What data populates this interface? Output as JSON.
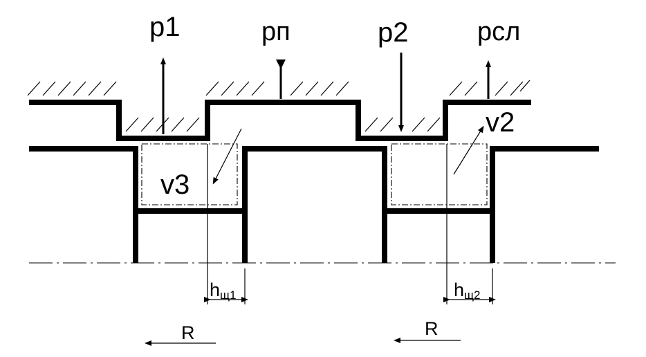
{
  "labels": {
    "p1": "p1",
    "pp": "pп",
    "p2": "p2",
    "psl": "pсл",
    "v3": "v3",
    "v2": "v2",
    "h1_main": "h",
    "h1_sub": "щ1",
    "h2_main": "h",
    "h2_sub": "щ2",
    "r_left": "R",
    "r_right": "R"
  }
}
